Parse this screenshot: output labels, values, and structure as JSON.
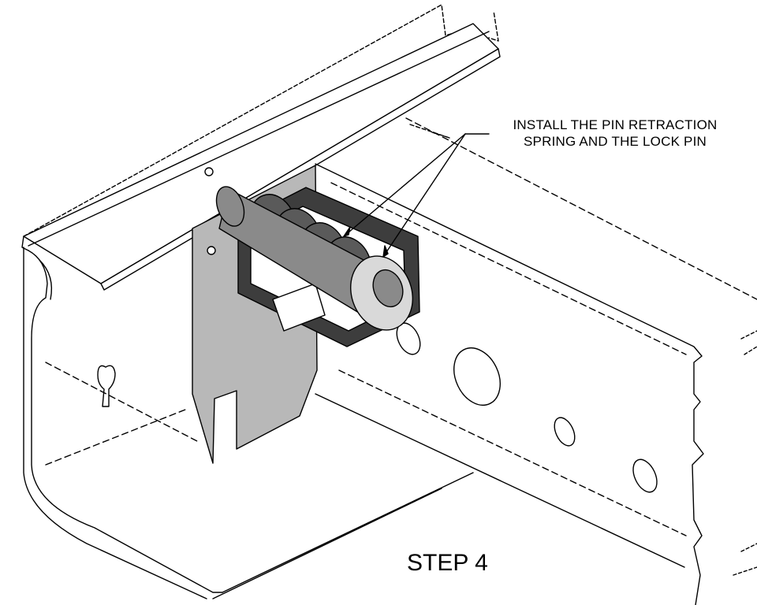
{
  "callout": {
    "line1": "INSTALL THE PIN RETRACTION",
    "line2": "SPRING AND THE LOCK PIN"
  },
  "step_label": "STEP 4",
  "colors": {
    "line": "#000000",
    "bracket": "#3d3d3d",
    "plate": "#b8b8b8",
    "spring": "#5a5a5a",
    "pin": "#8a8a8a",
    "pin_head": "#d9d9d9"
  }
}
